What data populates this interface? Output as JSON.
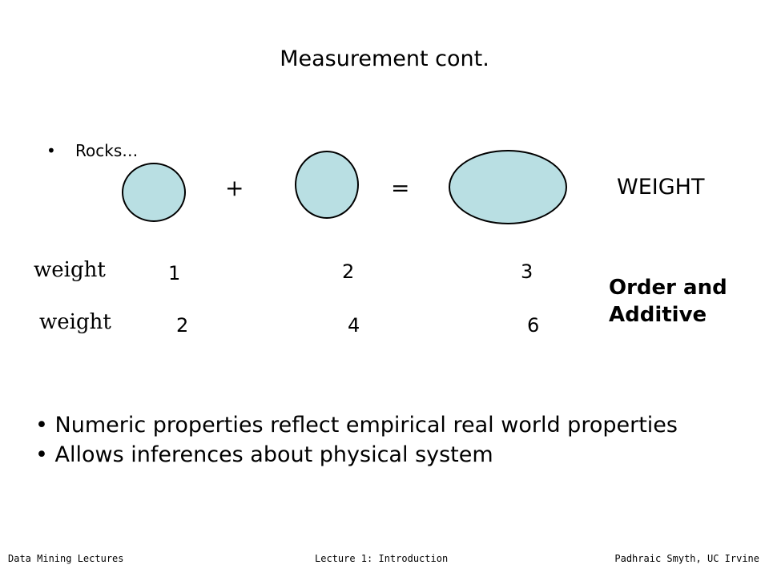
{
  "slide": {
    "title": "Measurement cont.",
    "sub_bullet": "Rocks…",
    "bullet_symbol": "•",
    "plus": "+",
    "equals": "=",
    "property_label": "WEIGHT",
    "rows": [
      {
        "label": "weight",
        "values": [
          "1",
          "2",
          "3"
        ]
      },
      {
        "label": "weight",
        "values": [
          "2",
          "4",
          "6"
        ]
      }
    ],
    "conclusion_line1": "Order and",
    "conclusion_line2": "Additive",
    "bullets": [
      "Numeric properties reflect empirical real world properties",
      "Allows inferences about physical system"
    ],
    "rock_color": "#b9dfe3"
  },
  "footer": {
    "left": "Data Mining Lectures",
    "center": "Lecture 1: Introduction",
    "right": "Padhraic Smyth, UC Irvine"
  }
}
